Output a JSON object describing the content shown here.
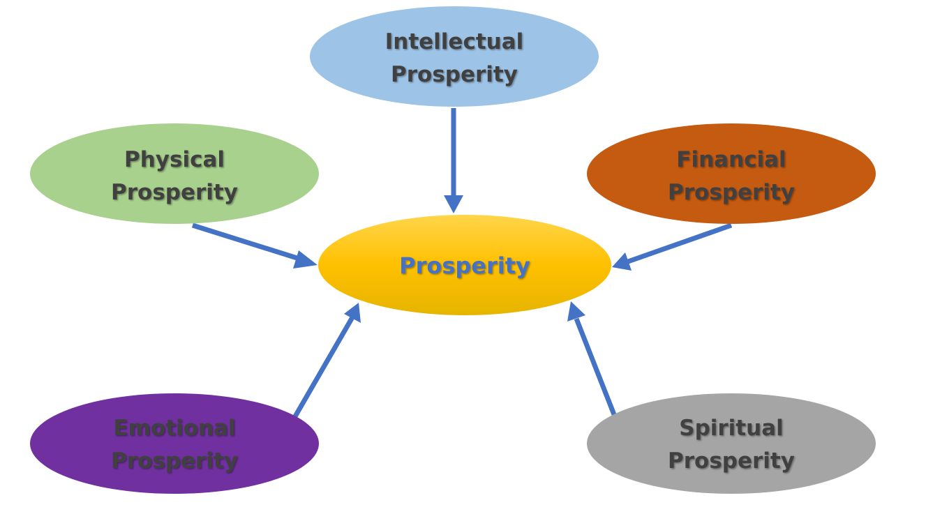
{
  "center": {
    "label": "Prosperity",
    "color": "#ffc000"
  },
  "nodes": {
    "intellectual": {
      "line1": "Intellectual",
      "line2": "Prosperity",
      "color": "#9dc3e6"
    },
    "physical": {
      "line1": "Physical",
      "line2": "Prosperity",
      "color": "#a9d18e"
    },
    "financial": {
      "line1": "Financial",
      "line2": "Prosperity",
      "color": "#c55a11"
    },
    "emotional": {
      "line1": "Emotional",
      "line2": "Prosperity",
      "color": "#7030a0"
    },
    "spiritual": {
      "line1": "Spiritual",
      "line2": "Prosperity",
      "color": "#a5a5a5"
    }
  },
  "arrow_color": "#4472c4"
}
